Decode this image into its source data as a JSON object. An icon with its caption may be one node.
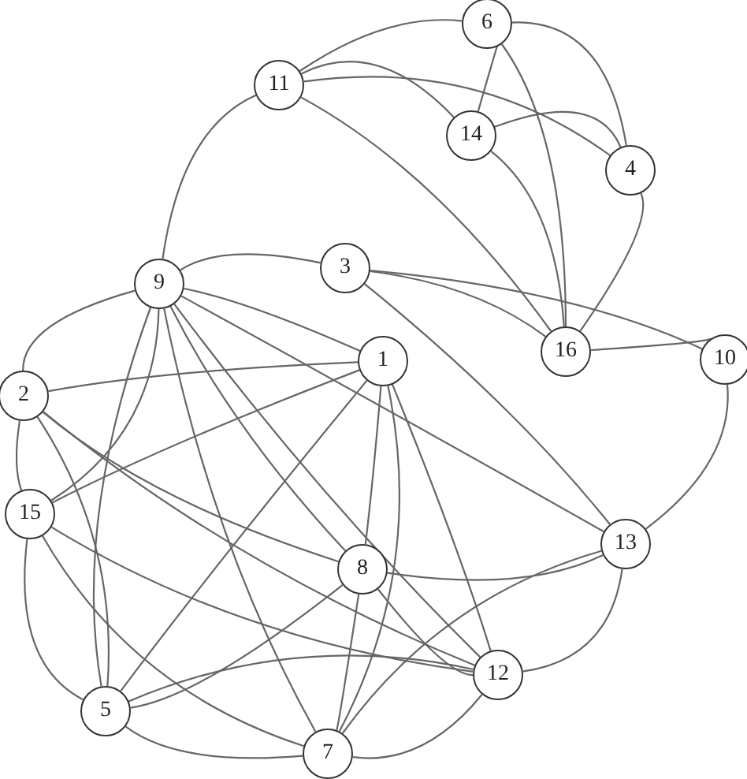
{
  "diagram": {
    "nodes": [
      {
        "text": [
          "6"
        ]
      },
      {
        "text": [
          "11"
        ]
      },
      {
        "text": [
          "14"
        ]
      },
      {
        "text": [
          "4"
        ]
      },
      {
        "text": [
          "3"
        ]
      },
      {
        "text": [
          "9"
        ]
      },
      {
        "text": [
          "16"
        ]
      },
      {
        "text": [
          "10"
        ]
      },
      {
        "text": [
          "1"
        ]
      },
      {
        "text": [
          "2"
        ]
      },
      {
        "text": [
          "15"
        ]
      },
      {
        "text": [
          "8"
        ]
      },
      {
        "text": [
          "13"
        ]
      },
      {
        "text": [
          "12"
        ]
      },
      {
        "text": [
          "5"
        ]
      },
      {
        "text": [
          "7"
        ]
      }
    ],
    "edges": [
      {
        "from": 0,
        "to": 1,
        "arrow": "none"
      },
      {
        "from": 0,
        "to": 2,
        "arrow": "none"
      },
      {
        "from": 0,
        "to": 3,
        "arrow": "none"
      },
      {
        "from": 0,
        "to": 6,
        "arrow": "none"
      },
      {
        "from": 1,
        "to": 2,
        "arrow": "none"
      },
      {
        "from": 1,
        "to": 3,
        "arrow": "none"
      },
      {
        "from": 1,
        "to": 6,
        "arrow": "none"
      },
      {
        "from": 1,
        "to": 5,
        "arrow": "none"
      },
      {
        "from": 2,
        "to": 3,
        "arrow": "none"
      },
      {
        "from": 2,
        "to": 6,
        "arrow": "none"
      },
      {
        "from": 3,
        "to": 6,
        "arrow": "none"
      },
      {
        "from": 4,
        "to": 5,
        "arrow": "none"
      },
      {
        "from": 4,
        "to": 6,
        "arrow": "none"
      },
      {
        "from": 4,
        "to": 7,
        "arrow": "none"
      },
      {
        "from": 4,
        "to": 12,
        "arrow": "none"
      },
      {
        "from": 6,
        "to": 7,
        "arrow": "none"
      },
      {
        "from": 7,
        "to": 12,
        "arrow": "none"
      },
      {
        "from": 5,
        "to": 8,
        "arrow": "none"
      },
      {
        "from": 5,
        "to": 12,
        "arrow": "none"
      },
      {
        "from": 5,
        "to": 13,
        "arrow": "none"
      },
      {
        "from": 5,
        "to": 9,
        "arrow": "none"
      },
      {
        "from": 5,
        "to": 10,
        "arrow": "none"
      },
      {
        "from": 5,
        "to": 14,
        "arrow": "none"
      },
      {
        "from": 5,
        "to": 15,
        "arrow": "none"
      },
      {
        "from": 5,
        "to": 11,
        "arrow": "none"
      },
      {
        "from": 8,
        "to": 9,
        "arrow": "none"
      },
      {
        "from": 8,
        "to": 10,
        "arrow": "none"
      },
      {
        "from": 8,
        "to": 14,
        "arrow": "none"
      },
      {
        "from": 8,
        "to": 15,
        "arrow": "none"
      },
      {
        "from": 8,
        "to": 11,
        "arrow": "none"
      },
      {
        "from": 8,
        "to": 13,
        "arrow": "none"
      },
      {
        "from": 9,
        "to": 10,
        "arrow": "none"
      },
      {
        "from": 9,
        "to": 14,
        "arrow": "none"
      },
      {
        "from": 9,
        "to": 11,
        "arrow": "none"
      },
      {
        "from": 9,
        "to": 13,
        "arrow": "none"
      },
      {
        "from": 10,
        "to": 14,
        "arrow": "none"
      },
      {
        "from": 10,
        "to": 15,
        "arrow": "none"
      },
      {
        "from": 10,
        "to": 13,
        "arrow": "none"
      },
      {
        "from": 11,
        "to": 12,
        "arrow": "none"
      },
      {
        "from": 11,
        "to": 13,
        "arrow": "none"
      },
      {
        "from": 11,
        "to": 14,
        "arrow": "none"
      },
      {
        "from": 11,
        "to": 15,
        "arrow": "none"
      },
      {
        "from": 12,
        "to": 15,
        "arrow": "none"
      },
      {
        "from": 12,
        "to": 13,
        "arrow": "none"
      },
      {
        "from": 13,
        "to": 14,
        "arrow": "none"
      },
      {
        "from": 13,
        "to": 15,
        "arrow": "none"
      },
      {
        "from": 14,
        "to": 15,
        "arrow": "none"
      }
    ]
  }
}
